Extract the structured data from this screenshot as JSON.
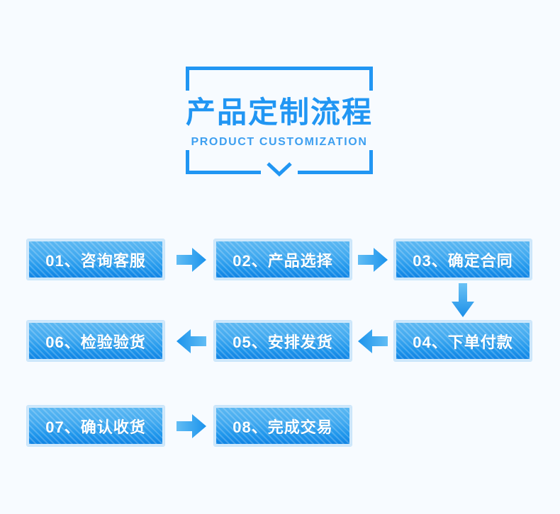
{
  "page": {
    "background_color": "#f7fbff",
    "accent_color": "#2196f3",
    "box_border_color": "#cfe8fb",
    "box_text_color": "#ffffff"
  },
  "header": {
    "title_cn": "产品定制流程",
    "title_en": "PRODUCT CUSTOMIZATION",
    "chevron_icon": "chevron-down-icon",
    "frame_icon": "bracket-frame"
  },
  "flow": {
    "rows": [
      {
        "direction": "right",
        "steps": [
          {
            "label": "01、咨询客服"
          },
          {
            "label": "02、产品选择"
          },
          {
            "label": "03、确定合同"
          }
        ],
        "arrows": [
          "arrow-right-icon",
          "arrow-right-icon"
        ]
      },
      {
        "direction": "left",
        "steps": [
          {
            "label": "06、检验验货"
          },
          {
            "label": "05、安排发货"
          },
          {
            "label": "04、下单付款"
          }
        ],
        "arrows": [
          "arrow-left-icon",
          "arrow-left-icon"
        ]
      },
      {
        "direction": "right",
        "steps": [
          {
            "label": "07、确认收货"
          },
          {
            "label": "08、完成交易"
          }
        ],
        "arrows": [
          "arrow-right-icon"
        ]
      }
    ],
    "connector_down": "arrow-down-icon"
  }
}
